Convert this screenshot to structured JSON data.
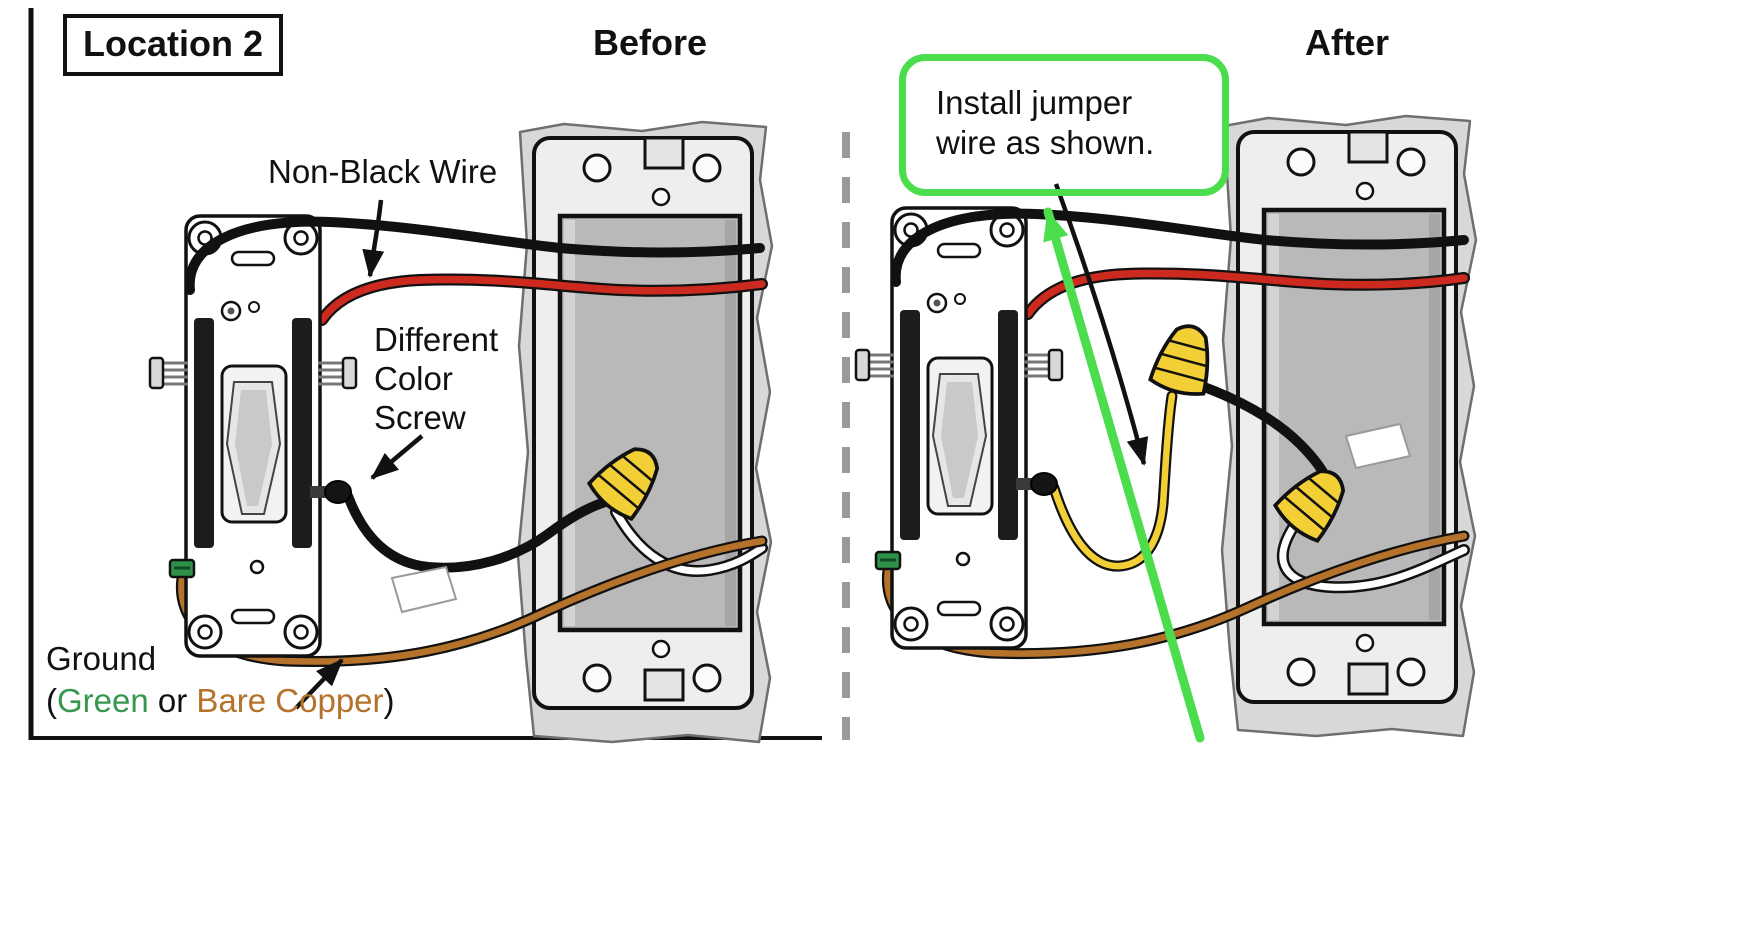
{
  "page": {
    "location_label": "Location 2",
    "before_title": "Before",
    "after_title": "After"
  },
  "annotations": {
    "non_black_wire_label": "Non-Black Wire",
    "different_color_screw": {
      "lines": [
        "Different",
        "Color",
        "Screw"
      ]
    },
    "ground_label": {
      "line1": "Ground",
      "open_paren": "(",
      "green_word": "Green",
      "or_word": " or ",
      "copper_word": "Bare Copper",
      "close_paren": ")"
    },
    "jumper_note": {
      "lines": [
        "Install jumper",
        "wire as shown."
      ]
    }
  },
  "colors": {
    "annotation_green": "#4cdd4c",
    "ground_green_text": "#36984e",
    "ground_copper_text": "#b5722a",
    "wire_red": "#cc2a1f",
    "wire_black": "#111111",
    "wire_white": "#ffffff",
    "wire_copper": "#b5722a",
    "wire_nut_yellow": "#f2cf35",
    "divider_gray": "#9a9a9a"
  }
}
